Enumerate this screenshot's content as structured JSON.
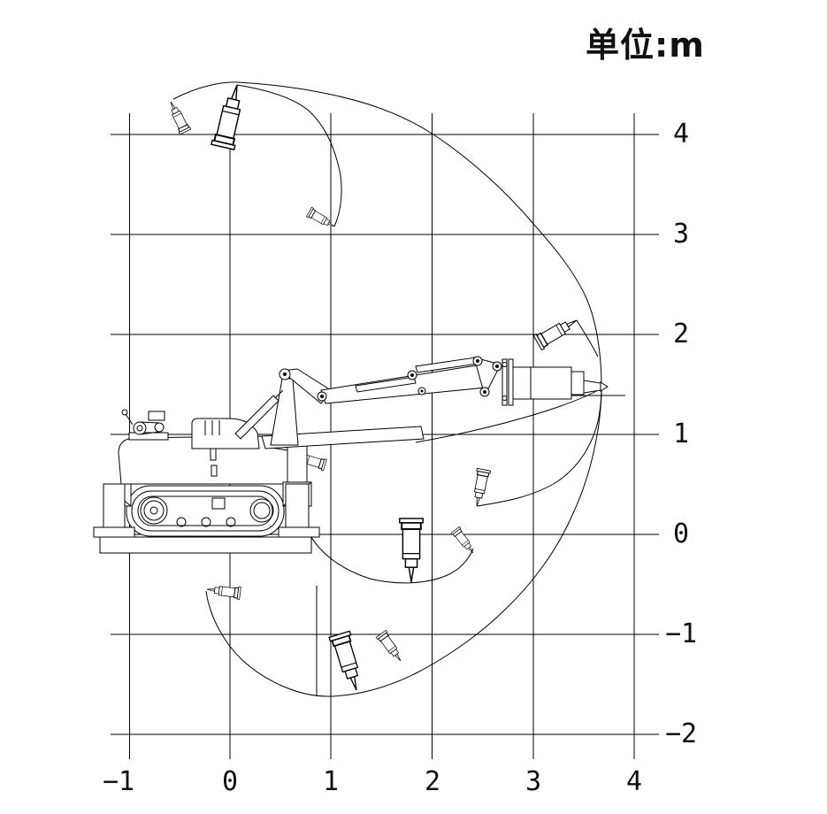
{
  "title": {
    "unit_label": "单位:m"
  },
  "axes": {
    "x_ticks": [
      "−1",
      "0",
      "1",
      "2",
      "3",
      "4"
    ],
    "y_ticks": [
      "4",
      "3",
      "2",
      "1",
      "0",
      "−1",
      "−2"
    ]
  },
  "colors": {
    "line": "#000000",
    "background": "#ffffff",
    "text": "#111111"
  },
  "chart_data": {
    "type": "line",
    "title": "单位:m",
    "xlabel": "",
    "ylabel": "",
    "x_range": [
      -1,
      4
    ],
    "y_range": [
      -2,
      4
    ],
    "grid": true,
    "unit": "m",
    "envelope_extremes": {
      "max_reach_x_m": 3.65,
      "max_height_m": 4.45,
      "max_depth_m": -1.6,
      "max_reach_height_m": 1.45
    }
  }
}
